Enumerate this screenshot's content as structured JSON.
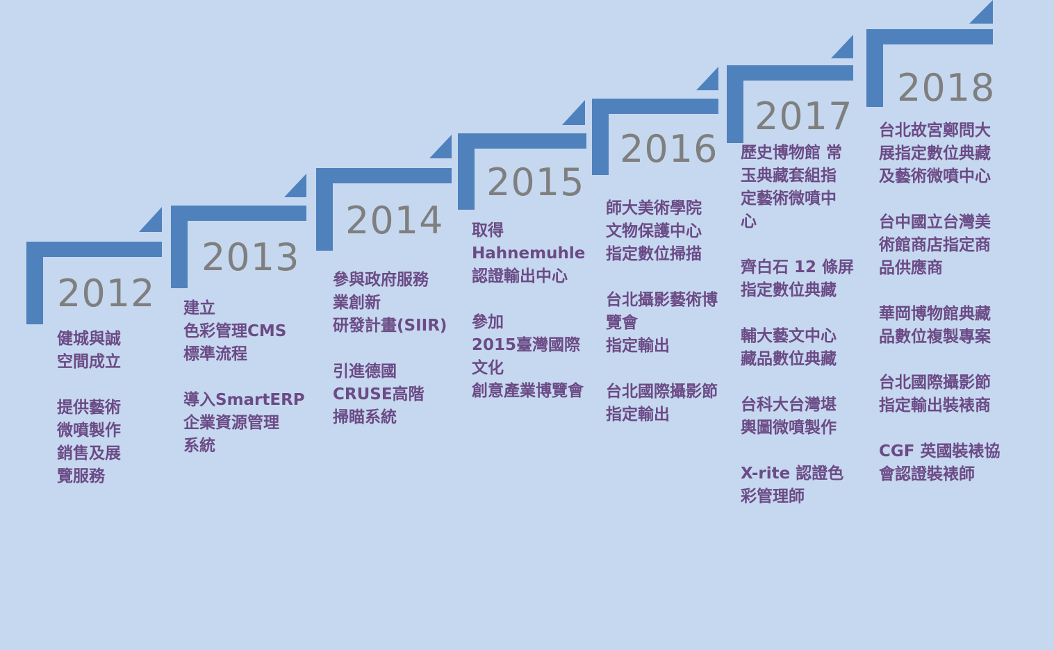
{
  "colors": {
    "background": "#c6d8ef",
    "step": "#4f81bd",
    "year_text": "#7f7f7f",
    "item_text": "#6b4b86"
  },
  "timeline": [
    {
      "year": "2012",
      "items": [
        "健城與誠\n空間成立",
        "提供藝術\n微噴製作\n銷售及展\n覽服務"
      ]
    },
    {
      "year": "2013",
      "items": [
        "建立\n色彩管理CMS\n標準流程",
        "導入SmartERP\n企業資源管理\n系統"
      ]
    },
    {
      "year": "2014",
      "items": [
        "參與政府服務\n業創新\n研發計畫(SIIR)",
        "引進德國\nCRUSE高階\n掃瞄系統"
      ]
    },
    {
      "year": "2015",
      "items": [
        "取得\nHahnemuhle\n認證輸出中心",
        "參加\n2015臺灣國際\n文化\n創意產業博覽會"
      ]
    },
    {
      "year": "2016",
      "items": [
        "師大美術學院\n文物保護中心\n指定數位掃描",
        "台北攝影藝術博\n覽會\n指定輸出",
        "台北國際攝影節\n指定輸出"
      ]
    },
    {
      "year": "2017",
      "items": [
        "歷史博物館 常\n玉典藏套組指\n定藝術微噴中\n心",
        "齊白石 12 條屏\n指定數位典藏",
        "輔大藝文中心\n藏品數位典藏",
        "台科大台灣堪\n輿圖微噴製作",
        "X-rite 認證色\n彩管理師"
      ]
    },
    {
      "year": "2018",
      "items": [
        "台北故宮鄭問大\n展指定數位典藏\n及藝術微噴中心",
        "台中國立台灣美\n術館商店指定商\n品供應商",
        "華岡博物館典藏\n品數位複製專案",
        "台北國際攝影節\n指定輸出裝裱商",
        "CGF 英國裝裱協\n會認證裝裱師"
      ]
    }
  ]
}
